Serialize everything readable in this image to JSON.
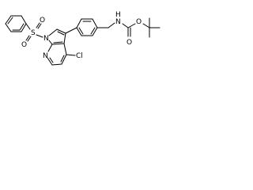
{
  "molecule": {
    "atoms": {
      "sulfur": "S",
      "sulfonyl_oxygen_top": "O",
      "sulfonyl_oxygen_bottom": "O",
      "pyrrole_nitrogen": "N",
      "pyridine_nitrogen": "N",
      "chlorine": "Cl",
      "carbamate_nitrogen": "N",
      "carbamate_nitrogen_h": "H",
      "carbonyl_oxygen": "O",
      "ester_oxygen": "O"
    }
  }
}
